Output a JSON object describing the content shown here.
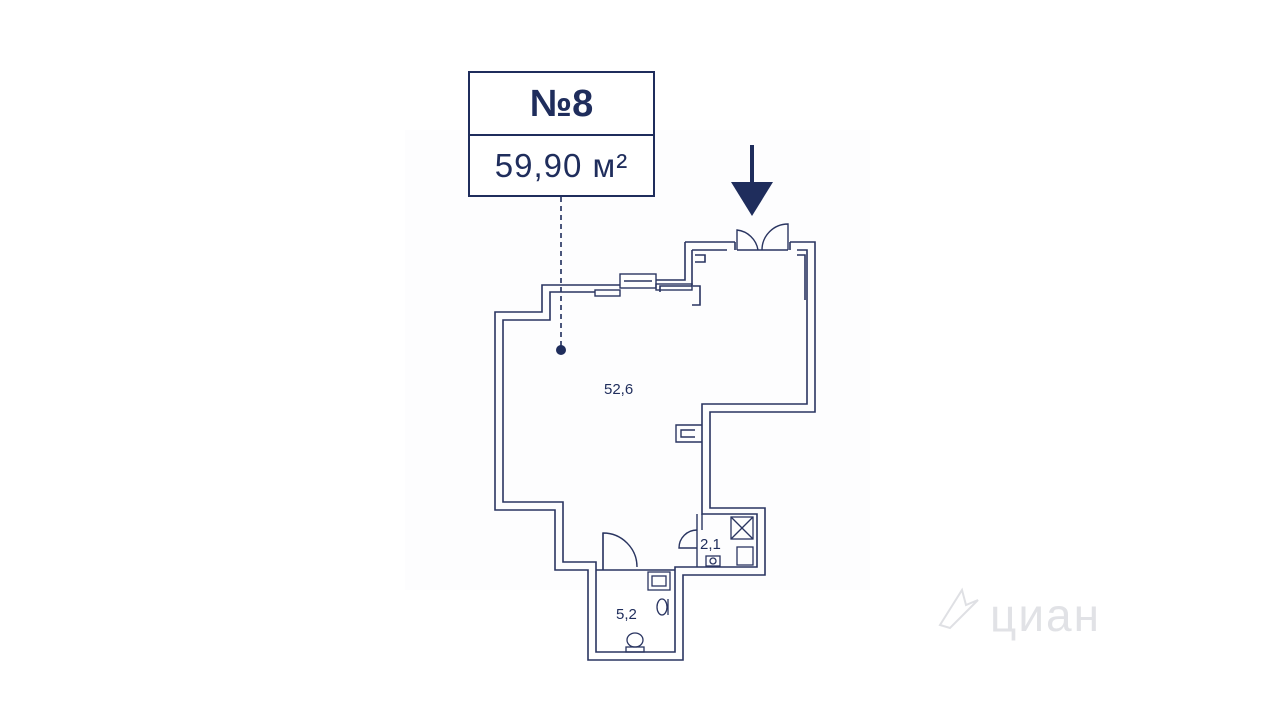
{
  "unit": {
    "number": "№8",
    "area": "59,90 м²"
  },
  "rooms": {
    "main": "52,6",
    "bath_small": "2,1",
    "bath_large": "5,2"
  },
  "watermark": "циан",
  "colors": {
    "primary": "#1f2d5c",
    "wall": "#2a3561",
    "background": "#ffffff"
  }
}
